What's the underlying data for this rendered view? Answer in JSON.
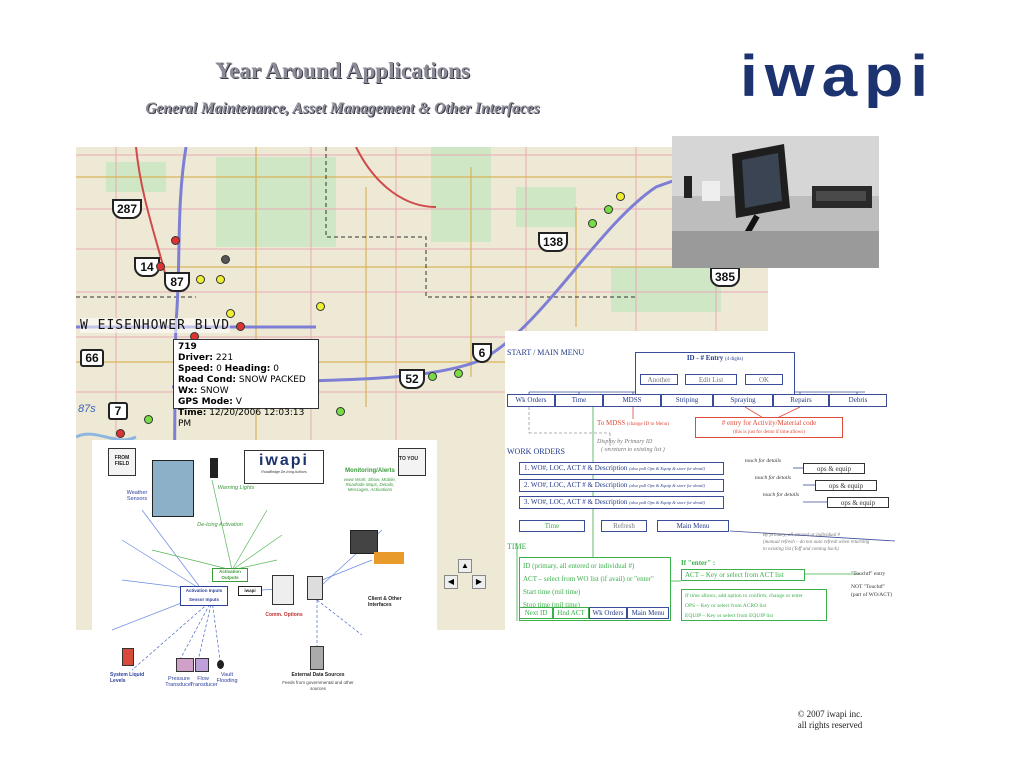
{
  "title": "Year Around Applications",
  "subtitle": "General Maintenance, Asset Management & Other Interfaces",
  "logo": "iwapi",
  "map": {
    "routes": [
      "287",
      "14",
      "87",
      "138",
      "385",
      "66",
      "6",
      "52",
      "7"
    ],
    "road_label": "W EISENHOWER BLVD",
    "popup": {
      "id": "719",
      "driver_label": "Driver:",
      "driver": "221",
      "speed_label": "Speed:",
      "speed": "0",
      "heading_label": "Heading:",
      "heading": "0",
      "road_label": "Road Cond:",
      "road": "SNOW PACKED",
      "wx_label": "Wx:",
      "wx": "SNOW",
      "gps_label": "GPS Mode:",
      "gps": "V",
      "time_label": "Time:",
      "time": "12/20/2006 12:03:13 PM"
    },
    "edge_text": "87s"
  },
  "flow": {
    "start_label": "START / MAIN MENU",
    "id_entry": "ID - # Entry",
    "id_digits": "(4 digits)",
    "another": "Another",
    "edit_list": "Edit List",
    "ok": "OK",
    "menu": [
      "Wk Orders",
      "Time",
      "MDSS",
      "Striping",
      "Spraying",
      "Repairs",
      "Debris"
    ],
    "to_mdss": "To MDSS",
    "to_mdss_note": "(change ID to Menu)",
    "entry_code": "# entry for Activity/Material code",
    "entry_code_note": "(this is just for demo if time allows)",
    "display_note_1": "Display by Primary ID",
    "display_note_2": "( or return to existing list )",
    "work_orders": "WORK ORDERS",
    "wo_rows": [
      "1. WO#, LOC, ACT # & Description",
      "2. WO#, LOC, ACT # & Description",
      "3. WO#, LOC, ACT # & Description"
    ],
    "wo_note": "(also pull Ops & Equip & store for detail)",
    "touch": "touch for details",
    "ops_equip": "ops & equip",
    "nav": [
      "Time",
      "Refresh",
      "Main Menu"
    ],
    "by_primary": "By primary, all entered or individual #",
    "refresh_note": "(manual refresh – do not auto refresh when returning",
    "refresh_note_2": "to existing list (Toff and coming back)",
    "time_label": "TIME",
    "if_enter": "If \"enter\" :",
    "time_rows": [
      "ID (primary, all entered or individual #)",
      "ACT – select from WO list (if avail) or \"enter\"",
      "Start time (mil time)",
      "Stop time (mil time)"
    ],
    "act_key": "ACT – Key or select from ACT list",
    "if_tf": "\"Touchtf\" entry",
    "not_tf": "NOT \"Touchtf\"",
    "part_of": "(part of WO/ACT)",
    "time_allows": "If time allows, add option to confirm, change or enter",
    "ops_key": "OPS – Key or select from ACRO list",
    "equip_key": "EQUIP – Key or select from EQUIP list",
    "bottom_tabs": [
      "Next ID",
      "Hnd ACT",
      "Wk Orders",
      "Main Menu"
    ]
  },
  "network": {
    "from_field": "FROM FIELD",
    "to_you": "TO YOU",
    "logo": "iwapi",
    "logo_tag": "RoadBridge De-Icing Authors",
    "weather_sensors": "Weather Sensors",
    "warning_lights": "Warning Lights",
    "de_icing": "De-Icing Activation",
    "monitoring": "Monitoring/Alerts",
    "monitoring_sub": "www Work, Show, Mobile, Roadside Maps, Details, Messages, Activations",
    "activation_outputs": "Activation Outputs",
    "activation_inputs": "Activation Inputs",
    "sensor_inputs": "Sensor Inputs",
    "comm_options": "Comm. Options",
    "iwapi_small": "iwapi",
    "client_title": "Client & Other Interfaces",
    "external": "External Data Sources",
    "external_sub": "Feeds from governmental and other sources",
    "liquid": "System Liquid Levels",
    "pressure": "Pressure Transducer",
    "flow": "Flow Transducer",
    "vault": "Vault Flooding"
  },
  "copyright_1": "© 2007  iwapi inc.",
  "copyright_2": "all rights reserved"
}
